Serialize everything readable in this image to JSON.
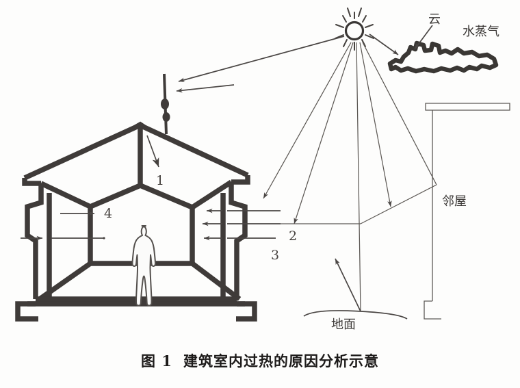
{
  "figure": {
    "caption_number": "图 1",
    "caption_title": "建筑室内过热的原因分析示意",
    "caption_full": "图 1　建筑室内过热的原因分析示意"
  },
  "labels": {
    "cloud": "云",
    "water_vapor": "水蒸气",
    "neighbor_building": "邻屋",
    "ground": "地面",
    "callout_1": "1",
    "callout_2": "2",
    "callout_3": "3",
    "callout_4": "4"
  },
  "elements": {
    "sun": "sun-icon",
    "cloud_shape": "cloud-icon",
    "house": "house-cutaway",
    "person": "person-figure",
    "antenna": "roof-antenna",
    "neighbor_wall": "neighbor-building-wall",
    "ground_line": "ground-surface-line"
  },
  "colors": {
    "ink": "#3f3b39",
    "hairline": "#5d5955",
    "paper": "#fdfdfc"
  },
  "chart_data": {
    "type": "diagram",
    "title": "建筑室内过热的原因分析示意",
    "annotations": [
      {
        "id": "1",
        "target": "roof-solar-gain"
      },
      {
        "id": "2",
        "target": "direct-solar-radiation-on-wall"
      },
      {
        "id": "3",
        "target": "reflected-radiation-from-ground"
      },
      {
        "id": "4",
        "target": "heat-transfer-through-wall"
      }
    ],
    "named_features": [
      "云",
      "水蒸气",
      "邻屋",
      "地面"
    ]
  }
}
